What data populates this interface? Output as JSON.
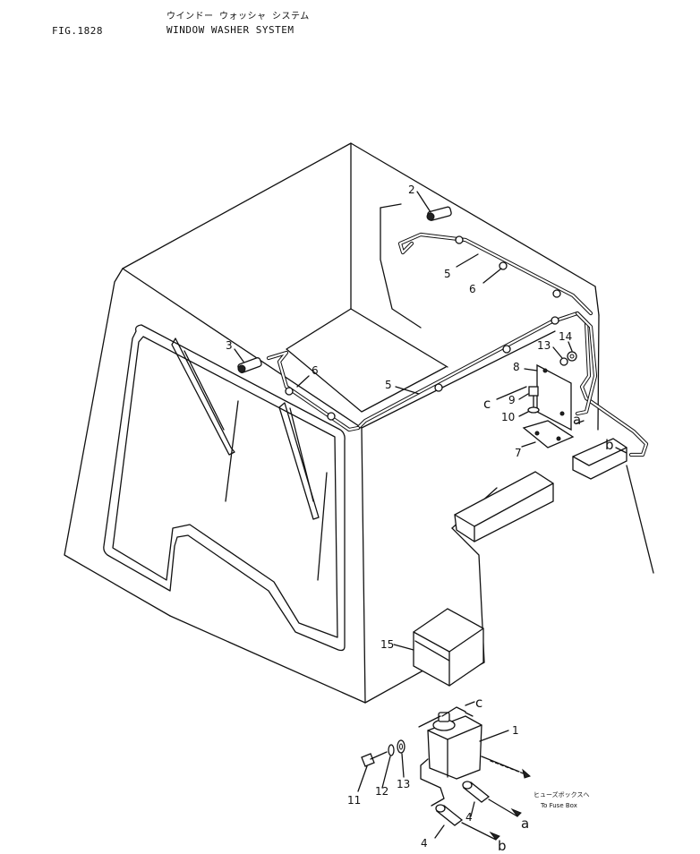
{
  "header": {
    "figure_number": "FIG.1828",
    "title_japanese": "ウインドー ウォッシャ システム",
    "title_english": "WINDOW WASHER SYSTEM"
  },
  "callouts": {
    "p1": "1",
    "p2": "2",
    "p3": "3",
    "p4a": "4",
    "p4b": "4",
    "p5a": "5",
    "p5b": "5",
    "p6a": "6",
    "p6b": "6",
    "p7": "7",
    "p8": "8",
    "p9": "9",
    "p10": "10",
    "p11": "11",
    "p12": "12",
    "p13a": "13",
    "p13b": "13",
    "p14": "14",
    "p15": "15"
  },
  "connection_letters": {
    "a_top": "a",
    "b_top": "b",
    "c_top": "c",
    "a_bottom": "a",
    "b_bottom": "b",
    "c_bottom": "c"
  },
  "notes": {
    "fuse_box_jp": "ヒューズボックスへ",
    "fuse_box_en": "To Fuse Box"
  }
}
